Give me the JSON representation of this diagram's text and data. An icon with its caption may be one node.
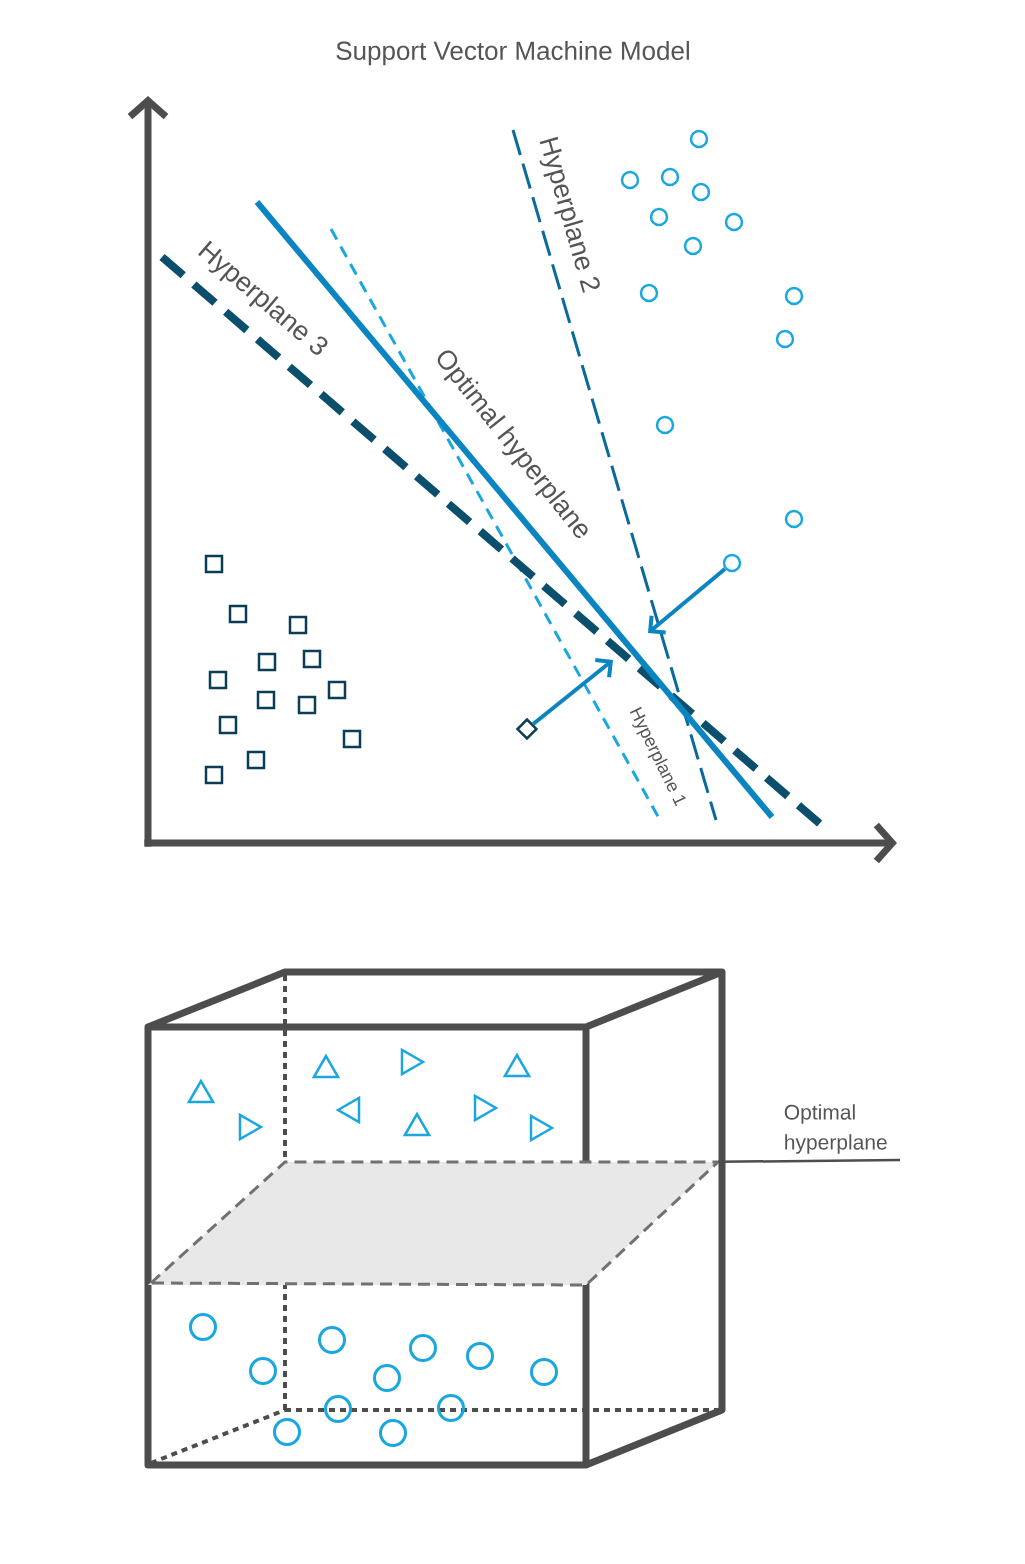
{
  "diagram": {
    "title": "Support Vector Machine Model",
    "nodes": [
      {
        "text": [],
        "shape": "circle"
      },
      {
        "text": [],
        "shape": "circle"
      },
      {
        "text": [],
        "shape": "circle"
      },
      {
        "text": [],
        "shape": "circle"
      },
      {
        "text": [],
        "shape": "circle"
      },
      {
        "text": [],
        "shape": "circle"
      },
      {
        "text": [],
        "shape": "circle"
      },
      {
        "text": [],
        "shape": "circle"
      },
      {
        "text": [],
        "shape": "circle"
      },
      {
        "text": [],
        "shape": "circle"
      },
      {
        "text": [],
        "shape": "circle"
      },
      {
        "text": [],
        "shape": "circle"
      },
      {
        "text": [],
        "shape": "circle"
      },
      {
        "text": [],
        "shape": "box"
      },
      {
        "text": [],
        "shape": "box"
      },
      {
        "text": [],
        "shape": "box"
      },
      {
        "text": [],
        "shape": "box"
      },
      {
        "text": [],
        "shape": "box"
      },
      {
        "text": [],
        "shape": "box"
      },
      {
        "text": [],
        "shape": "box"
      },
      {
        "text": [],
        "shape": "box"
      },
      {
        "text": [],
        "shape": "box"
      },
      {
        "text": [],
        "shape": "box"
      },
      {
        "text": [],
        "shape": "diamond"
      },
      {
        "text": [],
        "shape": "box"
      },
      {
        "text": [],
        "shape": "box"
      },
      {
        "text": [],
        "shape": "box"
      },
      {
        "text": [
          "Optimal hyperplane"
        ]
      },
      {
        "text": [],
        "shape": "parallelogram"
      }
    ],
    "edges": [
      {
        "from": 12,
        "to": null,
        "arrow": "to"
      },
      {
        "from": 23,
        "to": null,
        "arrow": "to"
      },
      {
        "from": 27,
        "to": 28,
        "arrow": "none",
        "color": "#4d4d4d"
      }
    ],
    "labels": [
      "Hyperplane 2",
      "Hyperplane 3",
      "Optimal hyperplane",
      "Hyperplane 1"
    ]
  }
}
